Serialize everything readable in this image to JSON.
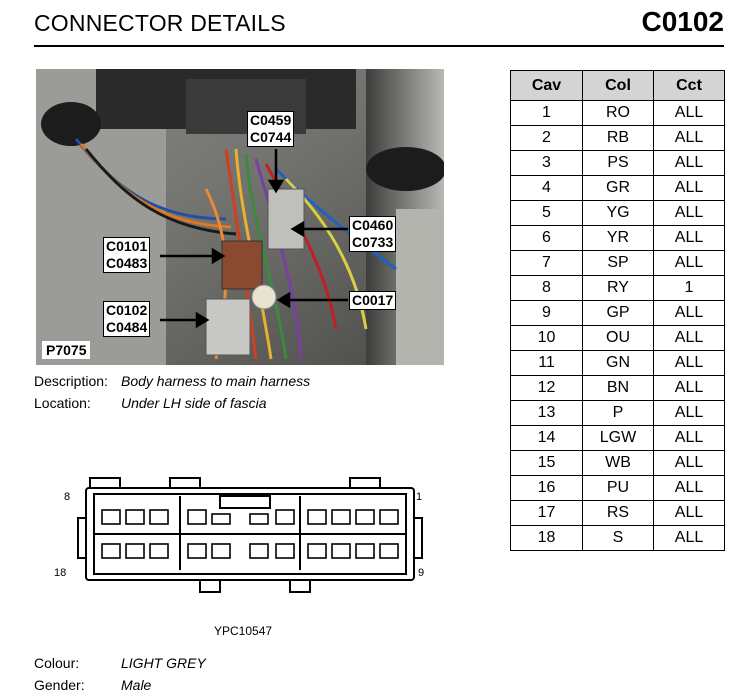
{
  "header": {
    "title": "CONNECTOR DETAILS",
    "code": "C0102"
  },
  "photo": {
    "ref": "P7075",
    "callouts": [
      "C0459\nC0744",
      "C0460\nC0733",
      "C0101\nC0483",
      "C0017",
      "C0102\nC0484"
    ]
  },
  "description": {
    "label": "Description:",
    "value": "Body harness to main harness"
  },
  "location": {
    "label": "Location:",
    "value": "Under LH side of fascia"
  },
  "connector_diagram": {
    "pin_labels": {
      "top_left": "8",
      "top_right": "1",
      "bottom_left": "18",
      "bottom_right": "9"
    },
    "figure_ref": "YPC10547"
  },
  "colour": {
    "label": "Colour:",
    "value": "LIGHT GREY"
  },
  "gender": {
    "label": "Gender:",
    "value": "Male"
  },
  "pin_table": {
    "headers": [
      "Cav",
      "Col",
      "Cct"
    ],
    "rows": [
      [
        "1",
        "RO",
        "ALL"
      ],
      [
        "2",
        "RB",
        "ALL"
      ],
      [
        "3",
        "PS",
        "ALL"
      ],
      [
        "4",
        "GR",
        "ALL"
      ],
      [
        "5",
        "YG",
        "ALL"
      ],
      [
        "6",
        "YR",
        "ALL"
      ],
      [
        "7",
        "SP",
        "ALL"
      ],
      [
        "8",
        "RY",
        "1"
      ],
      [
        "9",
        "GP",
        "ALL"
      ],
      [
        "10",
        "OU",
        "ALL"
      ],
      [
        "11",
        "GN",
        "ALL"
      ],
      [
        "12",
        "BN",
        "ALL"
      ],
      [
        "13",
        "P",
        "ALL"
      ],
      [
        "14",
        "LGW",
        "ALL"
      ],
      [
        "15",
        "WB",
        "ALL"
      ],
      [
        "16",
        "PU",
        "ALL"
      ],
      [
        "17",
        "RS",
        "ALL"
      ],
      [
        "18",
        "S",
        "ALL"
      ]
    ]
  }
}
